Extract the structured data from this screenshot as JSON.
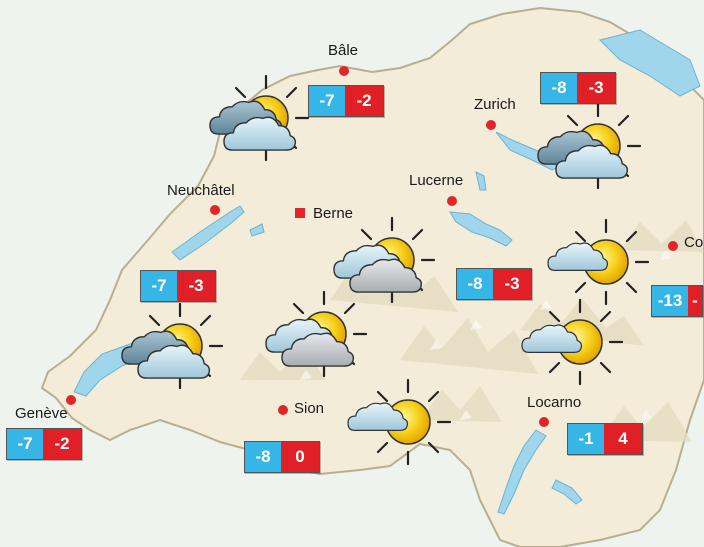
{
  "colors": {
    "land": "#f2ecd8",
    "lake": "#9fd6ec",
    "outside": "#e8f2ee",
    "min_temp_bg": "#35b6e6",
    "max_temp_bg": "#e01f26",
    "city_dot": "#e0262b",
    "sun": "#f8d21e",
    "cloud_dark": "#7fa3b6",
    "cloud_grey": "#c9cdd1",
    "cloud_light": "#c9e3ee"
  },
  "cities": [
    {
      "id": "bale",
      "name": "Bâle"
    },
    {
      "id": "zurich",
      "name": "Zurich"
    },
    {
      "id": "neuchatel",
      "name": "Neuchâtel"
    },
    {
      "id": "berne",
      "name": "Berne"
    },
    {
      "id": "lucerne",
      "name": "Lucerne"
    },
    {
      "id": "chur",
      "name": "Co"
    },
    {
      "id": "geneve",
      "name": "Genève"
    },
    {
      "id": "sion",
      "name": "Sion"
    },
    {
      "id": "locarno",
      "name": "Locarno"
    }
  ],
  "temps": [
    {
      "id": "bale",
      "min": "-7",
      "max": "-2"
    },
    {
      "id": "zurich",
      "min": "-8",
      "max": "-3"
    },
    {
      "id": "neuchatel",
      "min": "-7",
      "max": "-3"
    },
    {
      "id": "lucerne",
      "min": "-8",
      "max": "-3"
    },
    {
      "id": "chur",
      "min": "-13",
      "max": "-"
    },
    {
      "id": "geneve",
      "min": "-7",
      "max": "-2"
    },
    {
      "id": "sion",
      "min": "-8",
      "max": "0"
    },
    {
      "id": "locarno",
      "min": "-1",
      "max": "4"
    }
  ],
  "weather_icons": [
    {
      "id": "jura-west",
      "type": "sun-dark-clouds"
    },
    {
      "id": "zurich-east",
      "type": "sun-dark-clouds"
    },
    {
      "id": "central",
      "type": "sun-grey-clouds"
    },
    {
      "id": "graubunden",
      "type": "sun-small-cloud"
    },
    {
      "id": "lake-geneva",
      "type": "sun-dark-clouds"
    },
    {
      "id": "valais-west",
      "type": "sun-grey-clouds"
    },
    {
      "id": "valais-south",
      "type": "sun-small-cloud"
    },
    {
      "id": "ticino",
      "type": "sun-small-cloud"
    }
  ]
}
